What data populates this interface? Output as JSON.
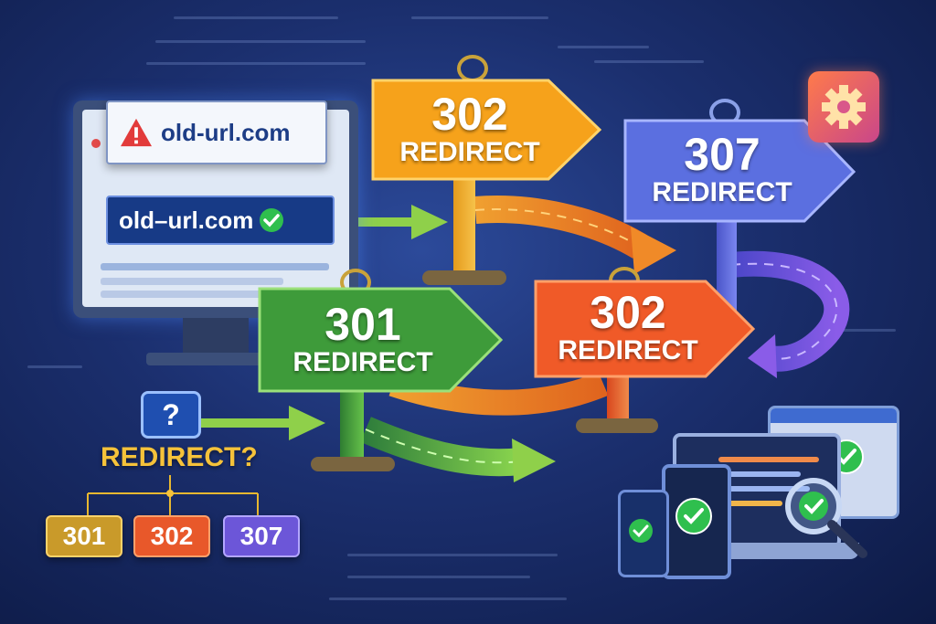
{
  "browser": {
    "url_warning": "old-url.com",
    "url_ok": "old–url.com"
  },
  "signs": [
    {
      "code": "302",
      "label": "REDIRECT",
      "color": "#f6a21b"
    },
    {
      "code": "307",
      "label": "REDIRECT",
      "color": "#5b6fe0"
    },
    {
      "code": "301",
      "label": "REDIRECT",
      "color": "#3e9b3a"
    },
    {
      "code": "302",
      "label": "REDIRECT",
      "color": "#f05a28"
    }
  ],
  "decision": {
    "question_mark": "?",
    "question": "REDIRECT?",
    "options": [
      {
        "code": "301",
        "color": "#c99a2a"
      },
      {
        "code": "302",
        "color": "#e8582a"
      },
      {
        "code": "307",
        "color": "#6c56d8"
      }
    ]
  },
  "icons": [
    "warning-icon",
    "checkmark-icon",
    "gear-icon",
    "arrow-icon",
    "magnifier-icon"
  ]
}
